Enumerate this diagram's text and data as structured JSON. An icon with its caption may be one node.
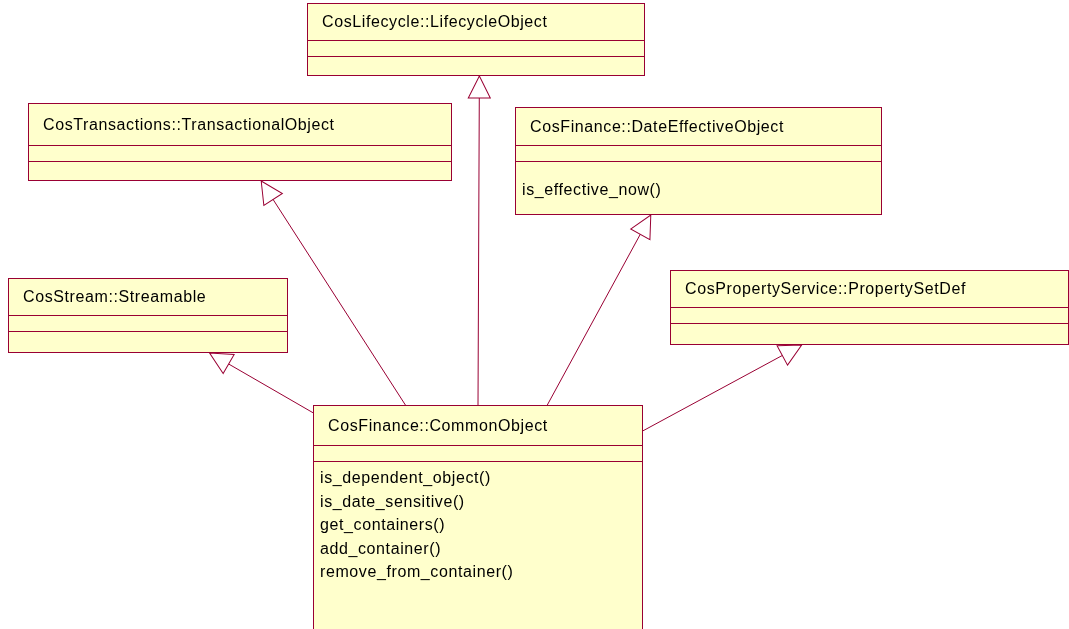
{
  "diagram": {
    "nodes": [
      {
        "text": [
          "CosLifecycle::LifecycleObject"
        ]
      },
      {
        "text": [
          "CosTransactions::TransactionalObject"
        ]
      },
      {
        "text": [
          "CosFinance::DateEffectiveObject",
          "is_effective_now()"
        ]
      },
      {
        "text": [
          "CosStream::Streamable"
        ]
      },
      {
        "text": [
          "CosPropertyService::PropertySetDef"
        ]
      },
      {
        "text": [
          "CosFinance::CommonObject",
          "is_dependent_object()",
          "is_date_sensitive()",
          "get_containers()",
          "add_container()",
          "remove_from_container()"
        ]
      }
    ],
    "edges": [
      {
        "from": 5,
        "to": 3,
        "arrow": "to"
      },
      {
        "from": 5,
        "to": 1,
        "arrow": "to"
      },
      {
        "from": 5,
        "to": 0,
        "arrow": "to"
      },
      {
        "from": 5,
        "to": 2,
        "arrow": "to"
      },
      {
        "from": 5,
        "to": 4,
        "arrow": "to"
      }
    ]
  }
}
